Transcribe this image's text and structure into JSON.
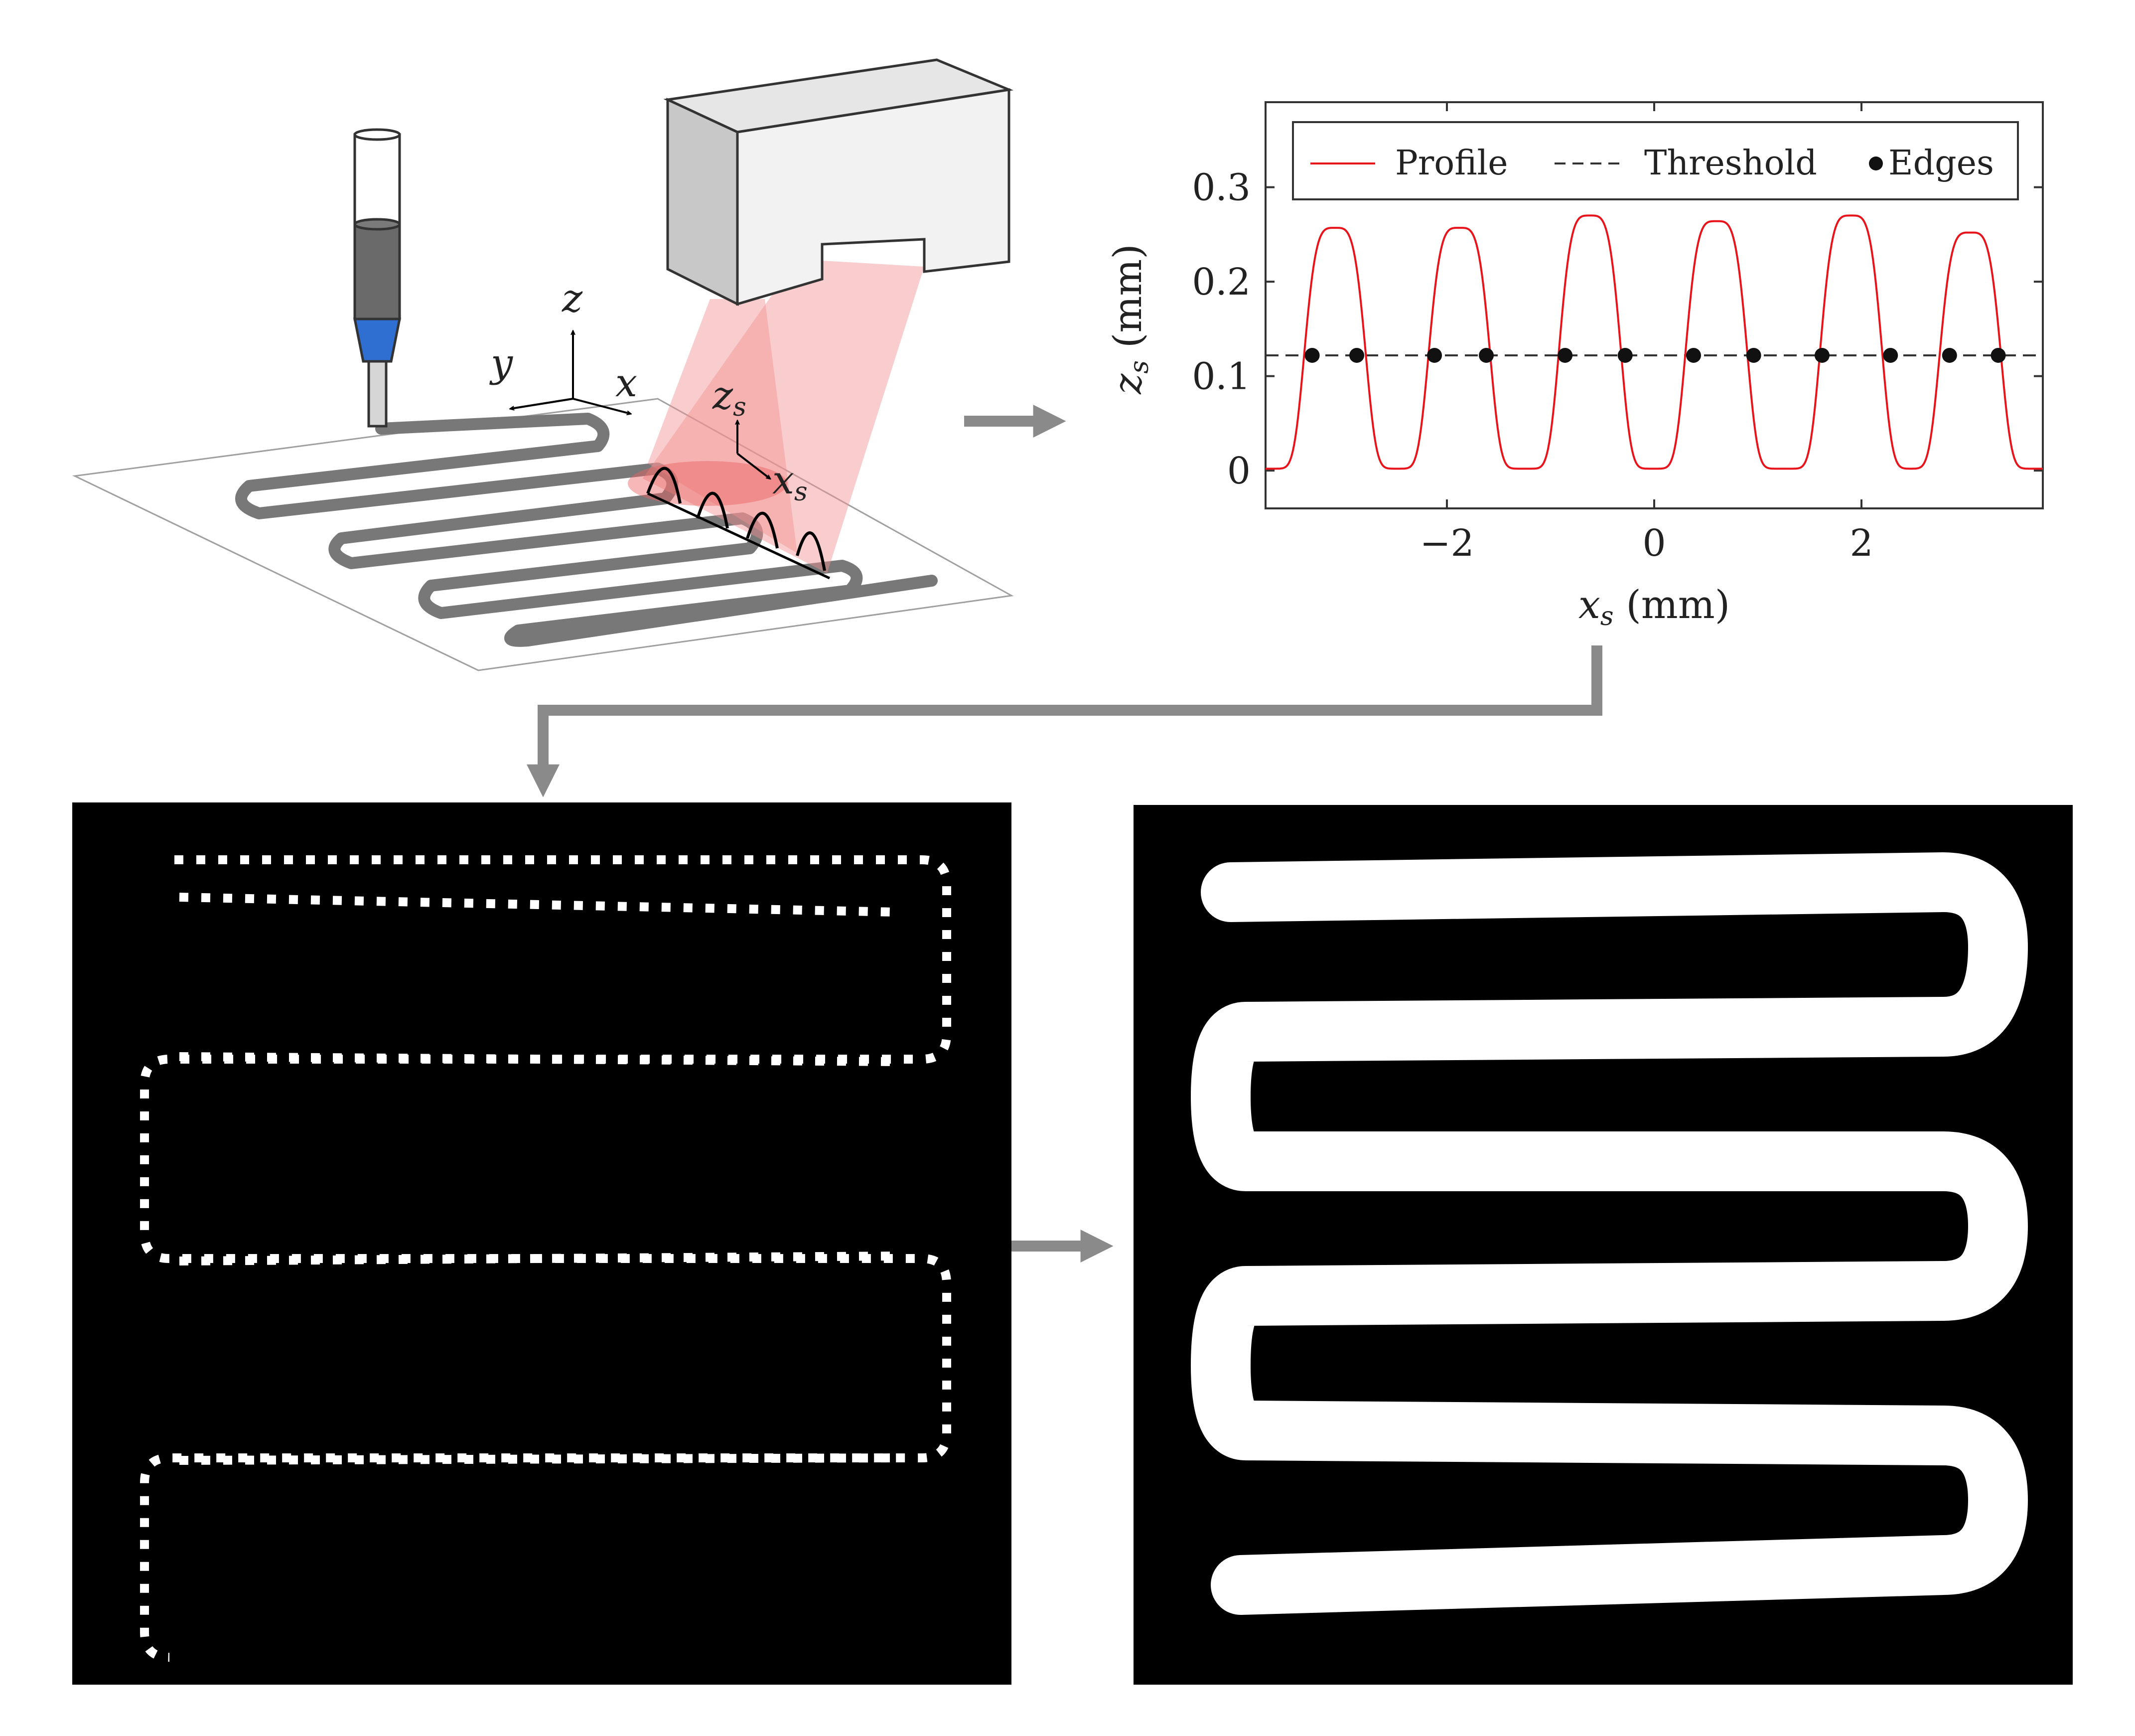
{
  "colors": {
    "profile": "#e8141c",
    "nozzle_blue": "#2f6fd2",
    "nozzle_dark": "#6a6a6a",
    "trace_gray": "#787878",
    "beam": "#f29090",
    "arrow_gray": "#8a8a8a",
    "panel_bg": "#000000",
    "panel_fg": "#ffffff"
  },
  "schematic": {
    "axis_labels": {
      "z": "z",
      "y": "y",
      "x": "x"
    },
    "sensor_axes": {
      "z": "z",
      "x": "x",
      "sub": "s"
    }
  },
  "chart_data": {
    "type": "line",
    "ylabel_var": "z",
    "ylabel_sub": "s",
    "ylabel_unit": "(mm)",
    "xlabel_var": "x",
    "xlabel_sub": "s",
    "xlabel_unit": "(mm)",
    "xlim": [
      -3.75,
      3.75
    ],
    "ylim": [
      -0.04,
      0.39
    ],
    "xticks": [
      -2,
      0,
      2
    ],
    "xtick_labels": [
      "−2",
      "0",
      "2"
    ],
    "yticks": [
      0,
      0.1,
      0.2,
      0.3
    ],
    "ytick_labels": [
      "0",
      "0.1",
      "0.2",
      "0.3"
    ],
    "legend": {
      "placement": "top",
      "entries": [
        "Profile",
        "Threshold",
        "Edges"
      ]
    },
    "threshold": 0.122,
    "bumps": [
      {
        "center": -3.08,
        "peak": 0.255
      },
      {
        "center": -1.88,
        "peak": 0.255
      },
      {
        "center": -0.62,
        "peak": 0.268
      },
      {
        "center": 0.6,
        "peak": 0.262
      },
      {
        "center": 1.9,
        "peak": 0.268
      },
      {
        "center": 3.05,
        "peak": 0.25
      }
    ],
    "edges_x": [
      -3.3,
      -2.87,
      -2.12,
      -1.62,
      -0.86,
      -0.28,
      0.38,
      0.96,
      1.62,
      2.28,
      2.85,
      3.32
    ]
  },
  "panels": {
    "left": {
      "label": "edge-points"
    },
    "right": {
      "label": "filled-trace"
    }
  }
}
